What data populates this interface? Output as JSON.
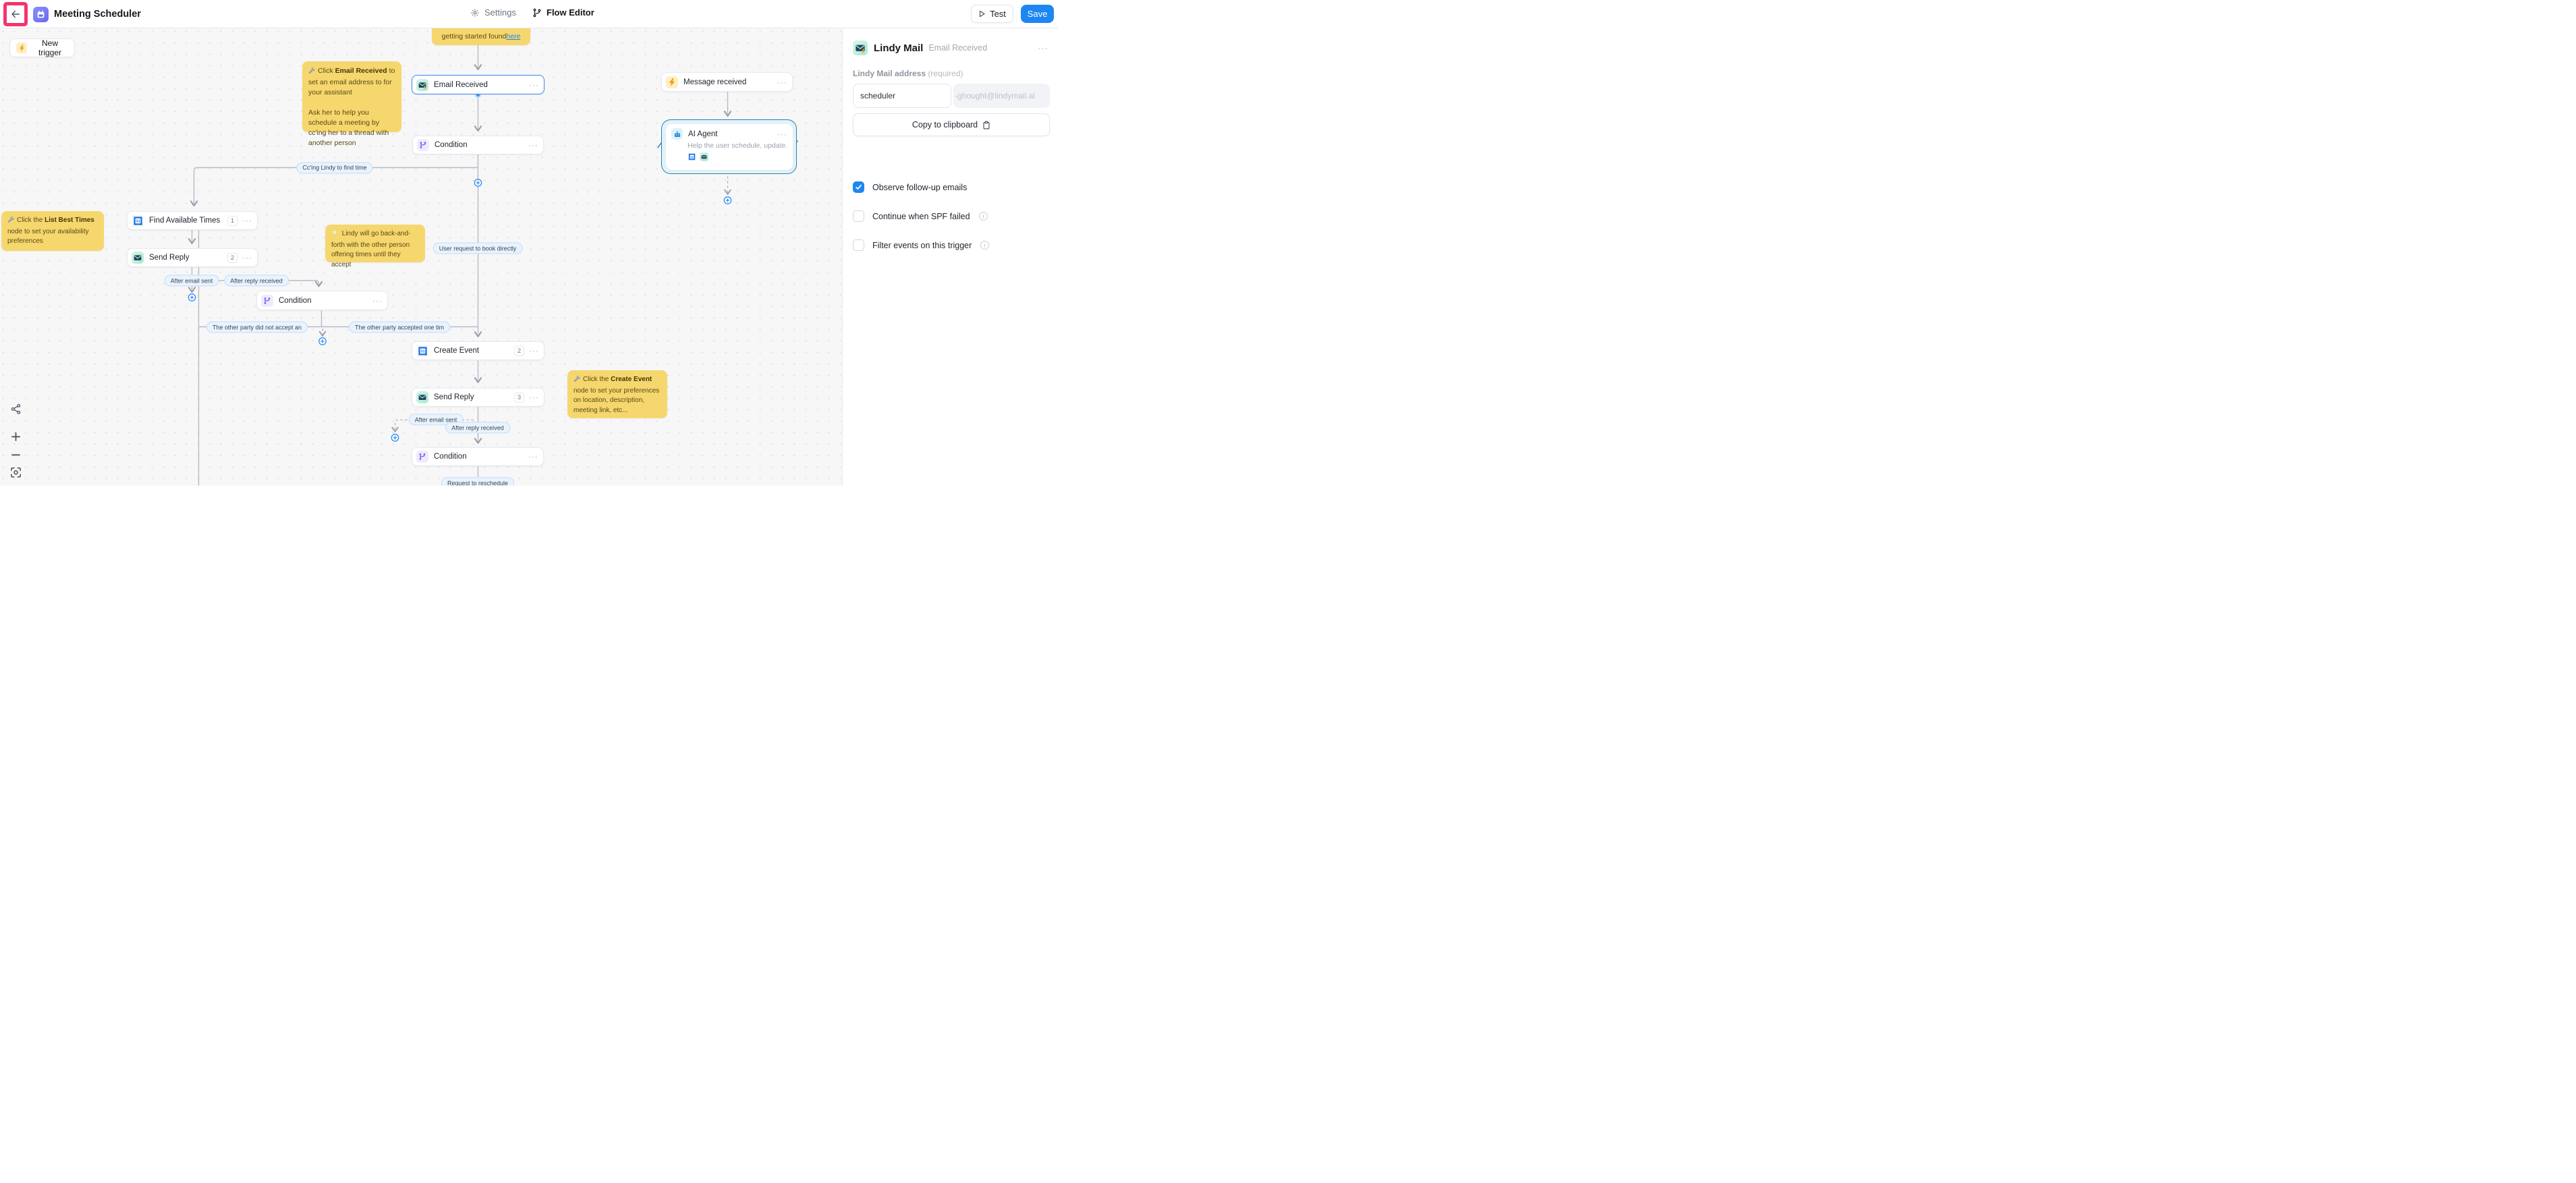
{
  "colors": {
    "accent_blue": "#1d86f2",
    "selected_border": "#3e87f3",
    "note_yellow": "#f5d76e",
    "highlight_pink": "#f4356c",
    "pill_blue_bg": "#e8f3fd",
    "ai_teal_border": "#2f7fa7"
  },
  "header": {
    "title": "Meeting Scheduler",
    "settings_tab": "Settings",
    "flow_editor_tab": "Flow Editor",
    "test_button": "Test",
    "save_button": "Save"
  },
  "canvas": {
    "new_trigger": "New trigger",
    "more": "···",
    "notes": {
      "top": {
        "text": "getting started found ",
        "link": "here"
      },
      "email": {
        "icon": "wrench-icon",
        "pre": "Click ",
        "bold": "Email Received",
        "post": " to set an email address to for your assistant",
        "para2": "Ask her to help you schedule a meeting by cc'ing her to a thread with another person"
      },
      "list_best_times": {
        "icon": "wrench-icon",
        "pre": "Click the ",
        "bold": "List Best Times",
        "post": " node to set your availability preferences"
      },
      "lindy_loop": {
        "icon": "bulb-icon",
        "text": " Lindy will go back-and-forth with the other person offering times until they accept"
      },
      "create_event": {
        "icon": "wrench-icon",
        "pre": "Click the ",
        "bold": "Create Event",
        "post": " node to set your preferences on location, description, meeting link, etc..."
      }
    },
    "nodes": {
      "email_received": {
        "label": "Email Received"
      },
      "condition_top": {
        "label": "Condition"
      },
      "message_received": {
        "label": "Message received"
      },
      "ai_agent": {
        "label": "AI Agent",
        "description": "Help the user schedule, update..."
      },
      "find_available_times": {
        "label": "Find Available Times",
        "badge": "1"
      },
      "send_reply_1": {
        "label": "Send Reply",
        "badge": "2"
      },
      "condition_mid": {
        "label": "Condition"
      },
      "create_event": {
        "label": "Create Event",
        "badge": "2"
      },
      "send_reply_2": {
        "label": "Send Reply",
        "badge": "3"
      },
      "condition_bottom": {
        "label": "Condition"
      }
    },
    "edge_labels": {
      "ccing_lindy": "Cc'ing Lindy to find time",
      "user_request": "User request to book directly",
      "after_email_sent_1": "After email sent",
      "after_reply_received_1": "After reply received",
      "not_accept": "The other party did not accept an",
      "accepted": "The other party accepted one tim",
      "after_email_sent_2": "After email sent",
      "after_reply_received_2": "After reply received",
      "reschedule": "Request to reschedule"
    }
  },
  "panel": {
    "title": "Lindy Mail",
    "subtitle": "Email Received",
    "address_label": "Lindy Mail address",
    "required": "(required)",
    "input_value": "scheduler",
    "input_suffix": "-ghought@lindymail.ai",
    "copy_button": "Copy to clipboard",
    "checkboxes": [
      {
        "label": "Observe follow-up emails",
        "checked": true
      },
      {
        "label": "Continue when SPF failed",
        "checked": false
      },
      {
        "label": "Filter events on this trigger",
        "checked": false
      }
    ]
  }
}
